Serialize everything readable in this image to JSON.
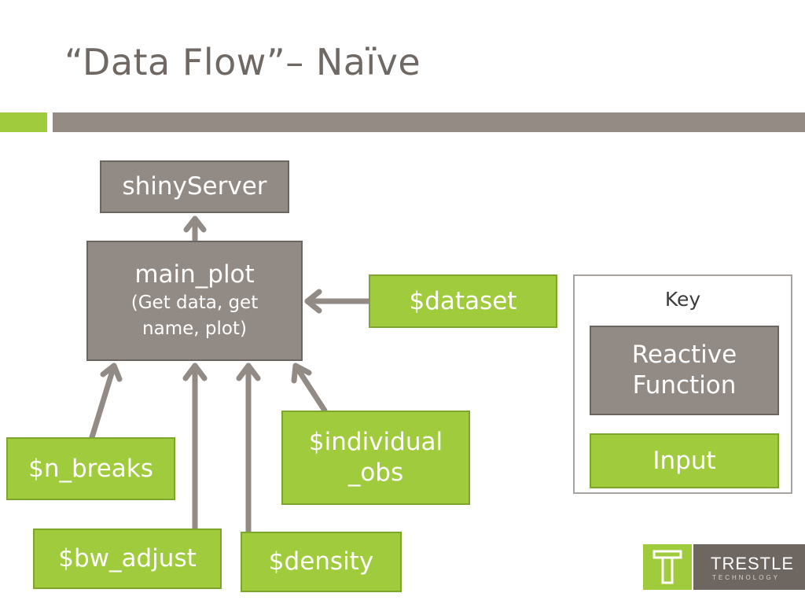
{
  "slide": {
    "title": "“Data Flow”– Naïve"
  },
  "diagram": {
    "server": "shinyServer",
    "main_plot": {
      "label": "main_plot",
      "desc_line1": "(Get data, get",
      "desc_line2": "name, plot)"
    },
    "inputs": {
      "dataset": "$dataset",
      "n_breaks": "$n_breaks",
      "individual_obs_line1": "$individual",
      "individual_obs_line2": "_obs",
      "bw_adjust": "$bw_adjust",
      "density": "$density"
    }
  },
  "key": {
    "title": "Key",
    "reactive_line1": "Reactive",
    "reactive_line2": "Function",
    "input": "Input"
  },
  "logo": {
    "name": "TRESTLE",
    "sub": "TECHNOLOGY"
  },
  "colors": {
    "accent_green": "#9fcb3c",
    "reactive_gray": "#928a84",
    "arrow_gray": "#928a84"
  }
}
